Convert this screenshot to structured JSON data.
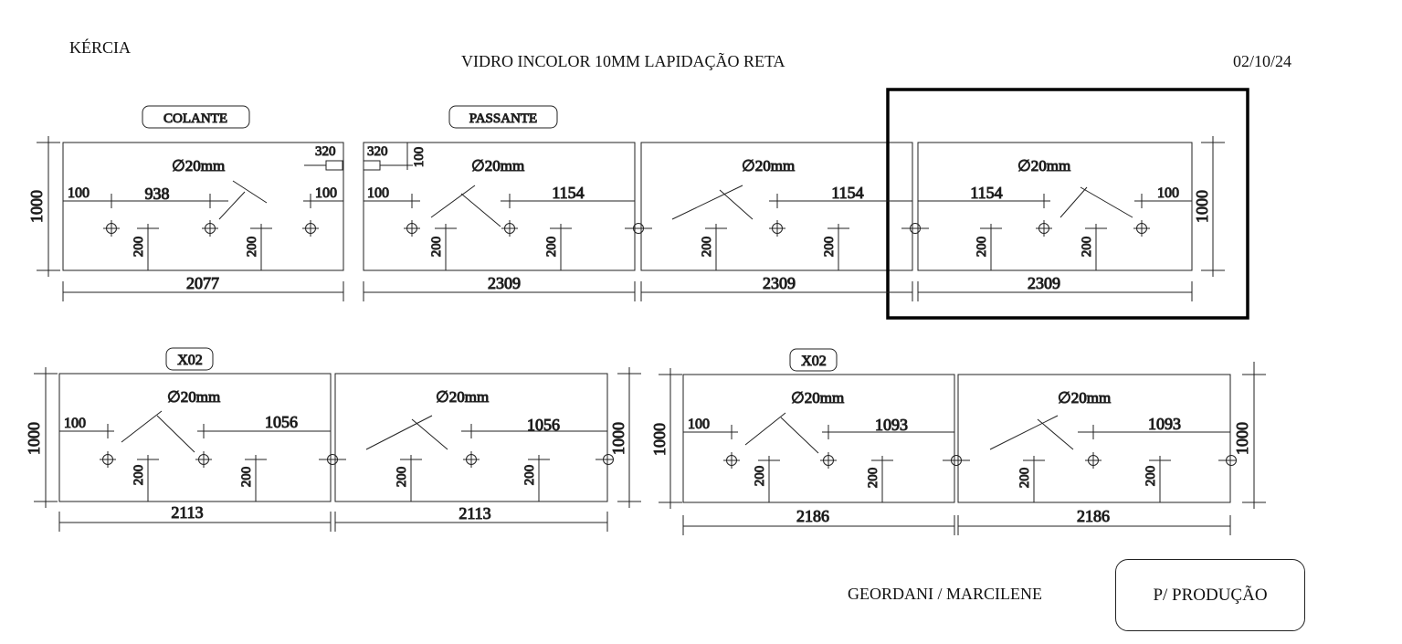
{
  "header": {
    "client": "KÉRCIA",
    "title": "VIDRO INCOLOR 10MM LAPIDAÇÃO RETA",
    "date": "02/10/24"
  },
  "footer": {
    "names": "GEORDANI / MARCILENE",
    "stamp": "P/ PRODUÇÃO"
  },
  "labels": {
    "colante": "COLANTE",
    "passante": "PASSANTE",
    "x02a": "X02",
    "x02b": "X02",
    "hole": "∅20mm"
  },
  "dims": {
    "h1000": "1000",
    "d320": "320",
    "d100": "100",
    "d200": "200",
    "d938": "938",
    "w2077": "2077",
    "w2309": "2309",
    "d1154": "1154",
    "w2113": "2113",
    "d1056": "1056",
    "w2186": "2186",
    "d1093": "1093"
  }
}
